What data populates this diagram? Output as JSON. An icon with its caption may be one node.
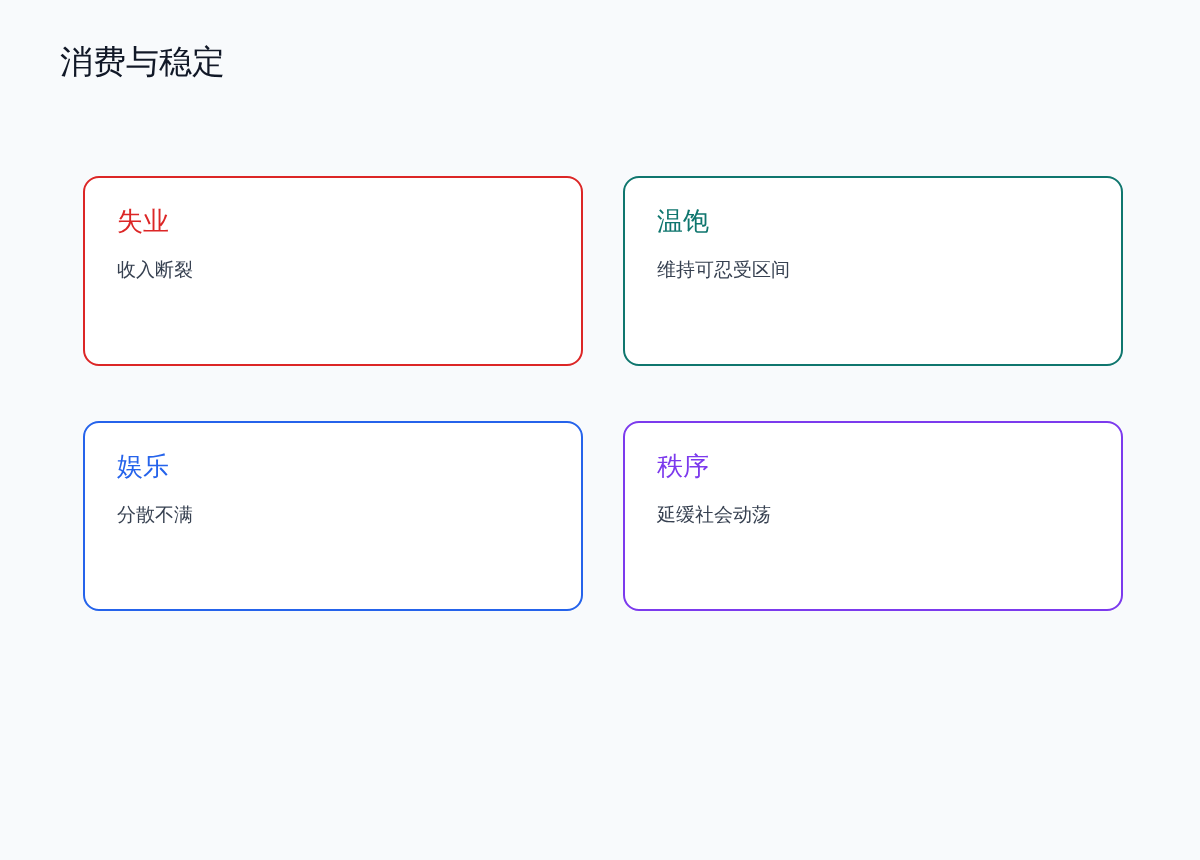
{
  "diagram": {
    "title": "消费与稳定",
    "nodes": [
      {
        "text": [
          "失业",
          "收入断裂"
        ]
      },
      {
        "text": [
          "温饱",
          "维持可忍受区间"
        ]
      },
      {
        "text": [
          "娱乐",
          "分散不满"
        ]
      },
      {
        "text": [
          "秩序",
          "延缓社会动荡"
        ]
      }
    ]
  }
}
